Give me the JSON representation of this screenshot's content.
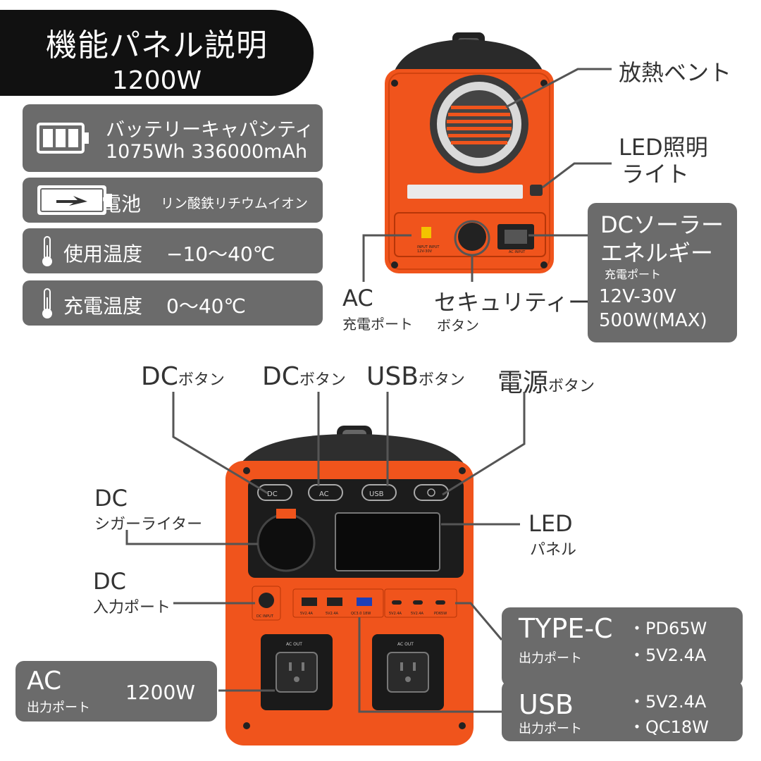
{
  "title": {
    "line1": "機能パネル説明",
    "line2": "1200W"
  },
  "specs": {
    "capacity": {
      "label": "バッテリーキャパシティ",
      "value": "1075Wh 336000mAh",
      "icon": "battery-icon"
    },
    "cell": {
      "label": "電池",
      "value": "リン酸鉄リチウムイオン",
      "icon": "charging-battery-icon"
    },
    "use_temp": {
      "label": "使用温度",
      "value": "−10〜40℃",
      "icon": "thermometer-icon"
    },
    "charge_temp": {
      "label": "充電温度",
      "value": "0〜40℃",
      "icon": "thermometer-icon"
    }
  },
  "back_labels": {
    "vent": "放熱ベント",
    "led_light_1": "LED照明",
    "led_light_2": "ライト",
    "ac_charge_1": "AC",
    "ac_charge_2": "充電ポート",
    "security_1": "セキュリティー",
    "security_2": "ボタン"
  },
  "solar": {
    "line1": "DCソーラー",
    "line2": "エネルギー",
    "line3": "充電ポート",
    "spec1": "12V-30V",
    "spec2": "500W(MAX)"
  },
  "front_labels": {
    "dc_btn1": {
      "main": "DC",
      "sub": "ボタン"
    },
    "dc_btn2": {
      "main": "DC",
      "sub": "ボタン"
    },
    "usb_btn": {
      "main": "USB",
      "sub": "ボタン"
    },
    "power_btn": {
      "main": "電源",
      "sub": "ボタン"
    },
    "cigar_1": "DC",
    "cigar_2": "シガーライター",
    "dc_in_1": "DC",
    "dc_in_2": "入力ポート",
    "led_panel_1": "LED",
    "led_panel_2": "パネル"
  },
  "device_buttons": {
    "dc": "DC",
    "ac": "AC",
    "usb": "USB"
  },
  "device_port_labels": {
    "usb1": "5V2.4A",
    "usb2": "5V2.4A",
    "qc": "QC3.0 18W",
    "tc1": "5V2.4A",
    "tc2": "5V2.4A",
    "pd": "PD65W",
    "ac_out": "AC OUT",
    "dc_input": "DC INPUT",
    "back_dc_input": "INPUT INPUT",
    "back_dc_range": "12V-30V",
    "back_ac_input": "AC INPUT"
  },
  "typec": {
    "title": "TYPE-C",
    "sub": "出力ポート",
    "spec1": "・PD65W",
    "spec2": "・5V2.4A"
  },
  "usb_out": {
    "title": "USB",
    "sub": "出力ポート",
    "spec1": "・5V2.4A",
    "spec2": "・QC18W"
  },
  "ac_out": {
    "title": "AC",
    "sub": "出力ポート",
    "value": "1200W"
  },
  "colors": {
    "orange": "#f0541c",
    "dark": "#111111",
    "panel_gray": "#6b6b6b"
  }
}
